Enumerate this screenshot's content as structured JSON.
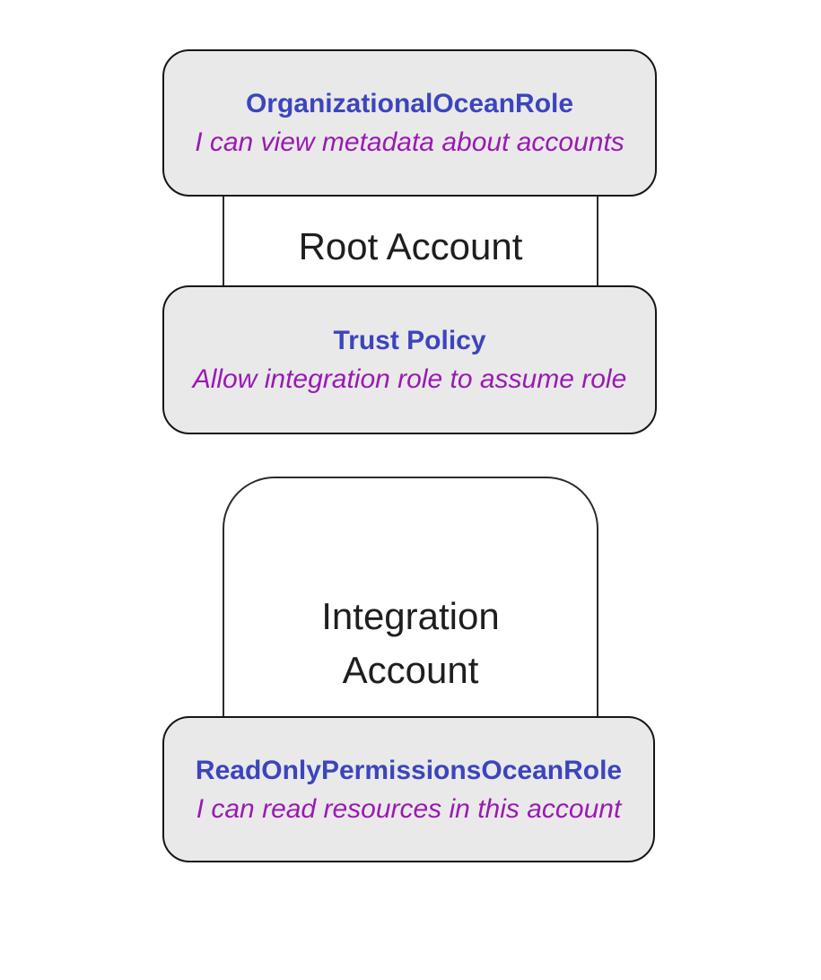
{
  "diagram": {
    "type": "account-role-trust-diagram",
    "background": "#ffffff"
  },
  "colors": {
    "node_fill": "#e9e9e9",
    "node_border": "#161616",
    "cluster_border": "#2b2b2b",
    "role_title": "#3c45bd",
    "role_description": "#9a1ab3",
    "account_label": "#1e1e1e"
  },
  "clusters": {
    "root": {
      "label": "Root Account"
    },
    "integration": {
      "label": "Integration Account"
    }
  },
  "nodes": {
    "organizational_role": {
      "title": "OrganizationalOceanRole",
      "description": "I can view metadata about accounts",
      "parent": "Root Account"
    },
    "trust_policy": {
      "title": "Trust Policy",
      "description": "Allow integration role to assume role",
      "parent": "Root Account"
    },
    "readonly_role": {
      "title": "ReadOnlyPermissionsOceanRole",
      "description": "I can read resources in this account",
      "parent": "Integration Account"
    }
  }
}
